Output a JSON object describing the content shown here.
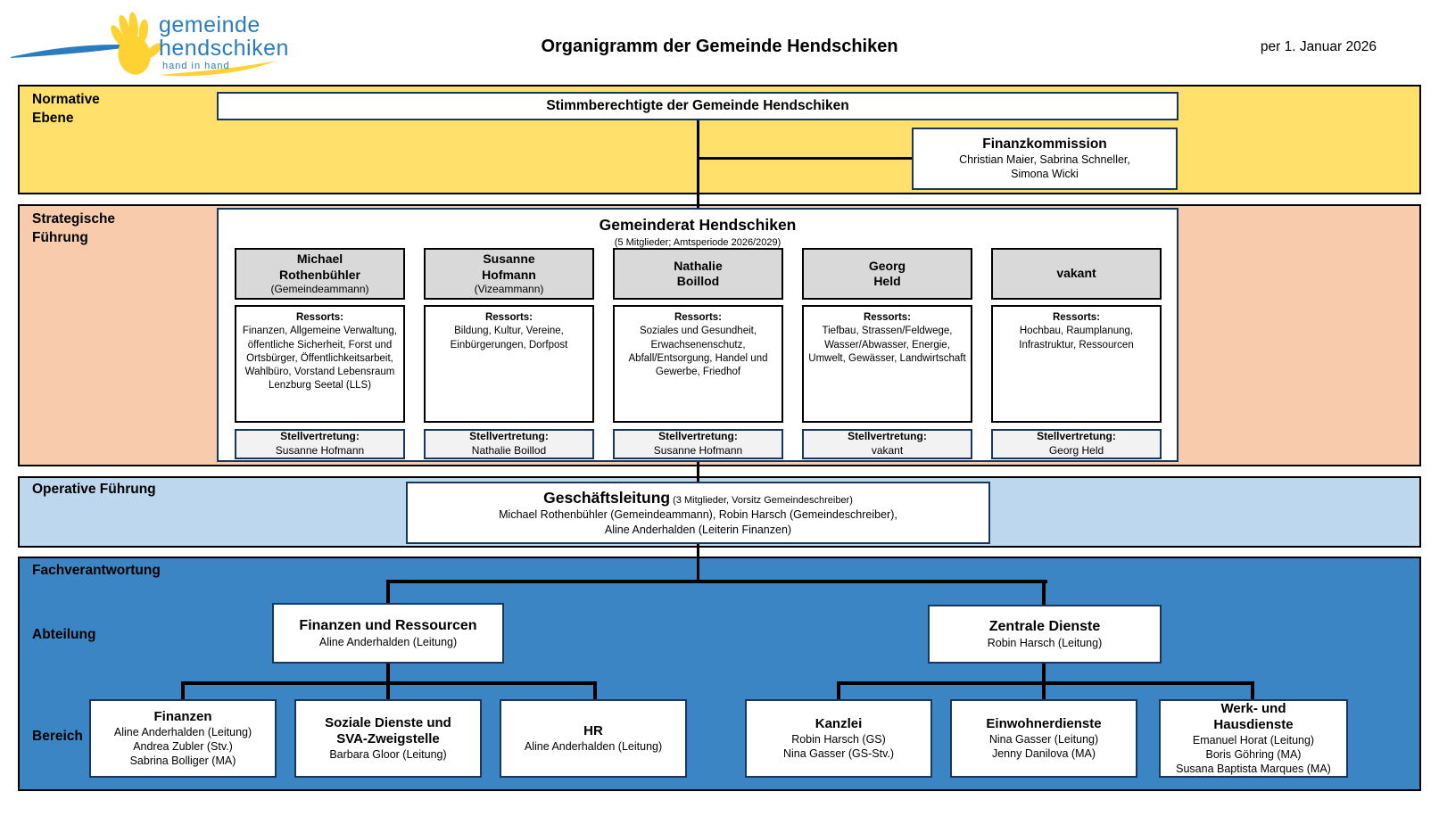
{
  "header": {
    "title": "Organigramm der Gemeinde Hendschiken",
    "date": "per 1. Januar 2026",
    "logo": {
      "line1": "gemeinde",
      "line2": "hendschiken",
      "tagline": "hand in hand"
    }
  },
  "colors": {
    "normative_band": "#FFE06A",
    "strategische_band": "#F8CBAD",
    "operative_band": "#BDD7EE",
    "fach_band": "#3C85C4",
    "member_name_box": "#D9D9D9",
    "stellvertretung_box": "#F2F2F2",
    "navy_border": "#17375E",
    "connector": "#000000",
    "logo_blue": "#2B7CBE",
    "logo_yellow": "#FFD234"
  },
  "normative": {
    "label": "Normative\nEbene",
    "stimmberechtigte": "Stimmberechtigte der Gemeinde Hendschiken",
    "finanzkommission": {
      "title": "Finanzkommission",
      "members": "Christian Maier, Sabrina Schneller,\nSimona Wicki"
    }
  },
  "strategische": {
    "label": "Strategische\nFührung",
    "gemeinderat": {
      "title": "Gemeinderat Hendschiken",
      "subtitle": "(5 Mitglieder; Amtsperiode 2026/2029)",
      "members": [
        {
          "name": "Michael\nRothenbühler",
          "role": "(Gemeindeammann)",
          "ressorts_label": "Ressorts:",
          "ressorts": "Finanzen, Allgemeine Verwaltung, öffentliche Sicherheit, Forst und Ortsbürger, Öffentlichkeitsarbeit, Wahlbüro, Vorstand Lebensraum Lenzburg Seetal (LLS)",
          "stellvertretung_label": "Stellvertretung:",
          "stellvertretung": "Susanne Hofmann"
        },
        {
          "name": "Susanne\nHofmann",
          "role": "(Vizeammann)",
          "ressorts_label": "Ressorts:",
          "ressorts": "Bildung, Kultur, Vereine, Einbürgerungen, Dorfpost",
          "stellvertretung_label": "Stellvertretung:",
          "stellvertretung": "Nathalie Boillod"
        },
        {
          "name": "Nathalie\nBoillod",
          "ressorts_label": "Ressorts:",
          "ressorts": "Soziales und Gesundheit, Erwachsenenschutz, Abfall/Entsorgung, Handel und Gewerbe, Friedhof",
          "stellvertretung_label": "Stellvertretung:",
          "stellvertretung": "Susanne Hofmann"
        },
        {
          "name": "Georg\nHeld",
          "ressorts_label": "Ressorts:",
          "ressorts": "Tiefbau, Strassen/Feldwege, Wasser/Abwasser, Energie, Umwelt, Gewässer, Landwirtschaft",
          "stellvertretung_label": "Stellvertretung:",
          "stellvertretung": "vakant"
        },
        {
          "name": "vakant",
          "ressorts_label": "Ressorts:",
          "ressorts": "Hochbau, Raumplanung, Infrastruktur, Ressourcen",
          "stellvertretung_label": "Stellvertretung:",
          "stellvertretung": "Georg Held"
        }
      ]
    }
  },
  "operative": {
    "label": "Operative Führung",
    "geschaeftsleitung": {
      "title": "Geschäftsleitung",
      "subtitle": " (3 Mitglieder, Vorsitz Gemeindeschreiber)",
      "members": "Michael Rothenbühler (Gemeindeammann), Robin Harsch (Gemeindeschreiber),\nAline Anderhalden (Leiterin Finanzen)"
    }
  },
  "fach": {
    "label": "Fachverantwortung",
    "abteilung_label": "Abteilung",
    "bereich_label": "Bereich",
    "abteilungen": [
      {
        "title": "Finanzen und Ressourcen",
        "leitung": "Aline Anderhalden (Leitung)"
      },
      {
        "title": "Zentrale Dienste",
        "leitung": "Robin Harsch (Leitung)"
      }
    ],
    "bereiche": [
      {
        "title": "Finanzen",
        "people": [
          "Aline Anderhalden (Leitung)",
          "Andrea Zubler (Stv.)",
          "Sabrina Bolliger (MA)"
        ]
      },
      {
        "title": "Soziale Dienste und\nSVA-Zweigstelle",
        "people": [
          "Barbara Gloor (Leitung)"
        ]
      },
      {
        "title": "HR",
        "people": [
          "Aline Anderhalden (Leitung)"
        ]
      },
      {
        "title": "Kanzlei",
        "people": [
          "Robin Harsch (GS)",
          "Nina Gasser (GS-Stv.)"
        ]
      },
      {
        "title": "Einwohnerdienste",
        "people": [
          "Nina Gasser (Leitung)",
          "Jenny Danilova (MA)"
        ]
      },
      {
        "title": "Werk- und\nHausdienste",
        "people": [
          "Emanuel Horat (Leitung)",
          "Boris Göhring (MA)",
          "Susana Baptista Marques (MA)"
        ]
      }
    ]
  }
}
